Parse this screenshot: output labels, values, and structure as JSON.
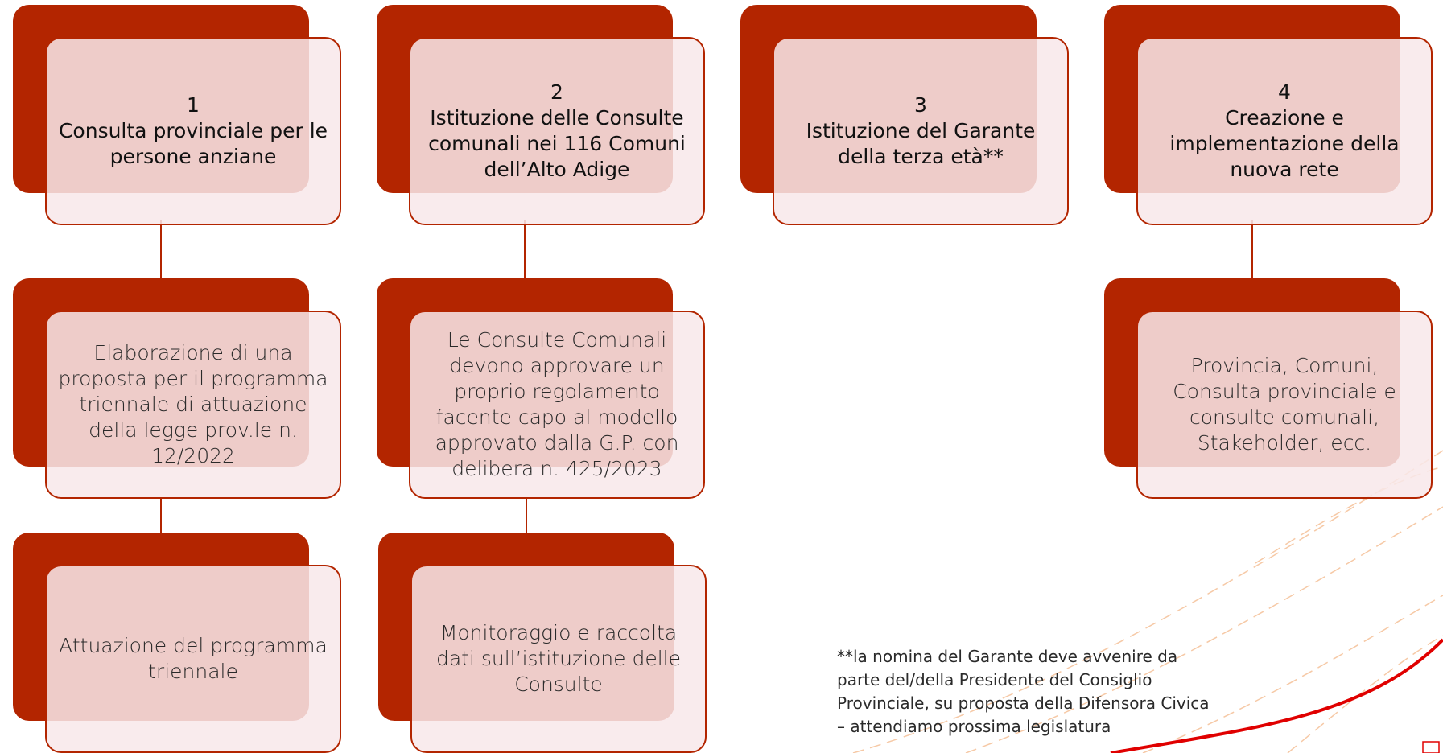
{
  "colors": {
    "accent": "#b32500",
    "box_fill": "#f8e8ea",
    "deco_red": "#e00000",
    "deco_light": "#f4b183"
  },
  "columns": [
    {
      "number": "1",
      "title": "Consulta provinciale per le persone anziane",
      "steps": [
        "Elaborazione di una proposta per il programma triennale di attuazione della legge prov.le n. 12/2022",
        "Attuazione del programma triennale"
      ]
    },
    {
      "number": "2",
      "title": "Istituzione delle Consulte comunali nei 116 Comuni dell’Alto Adige",
      "steps": [
        "Le Consulte Comunali devono approvare un proprio regolamento facente capo al modello approvato dalla G.P. con delibera n. 425/2023",
        "Monitoraggio e raccolta dati sull’istituzione delle Consulte"
      ]
    },
    {
      "number": "3",
      "title": "Istituzione del Garante della terza età**",
      "steps": []
    },
    {
      "number": "4",
      "title": "Creazione e implementazione della nuova rete",
      "steps": [
        "Provincia, Comuni, Consulta provinciale e consulte comunali, Stakeholder, ecc."
      ]
    }
  ],
  "footnote": "**la nomina del Garante deve avvenire da parte del/della Presidente del Consiglio Provinciale, su proposta della Difensora Civica – attendiamo prossima legislatura"
}
